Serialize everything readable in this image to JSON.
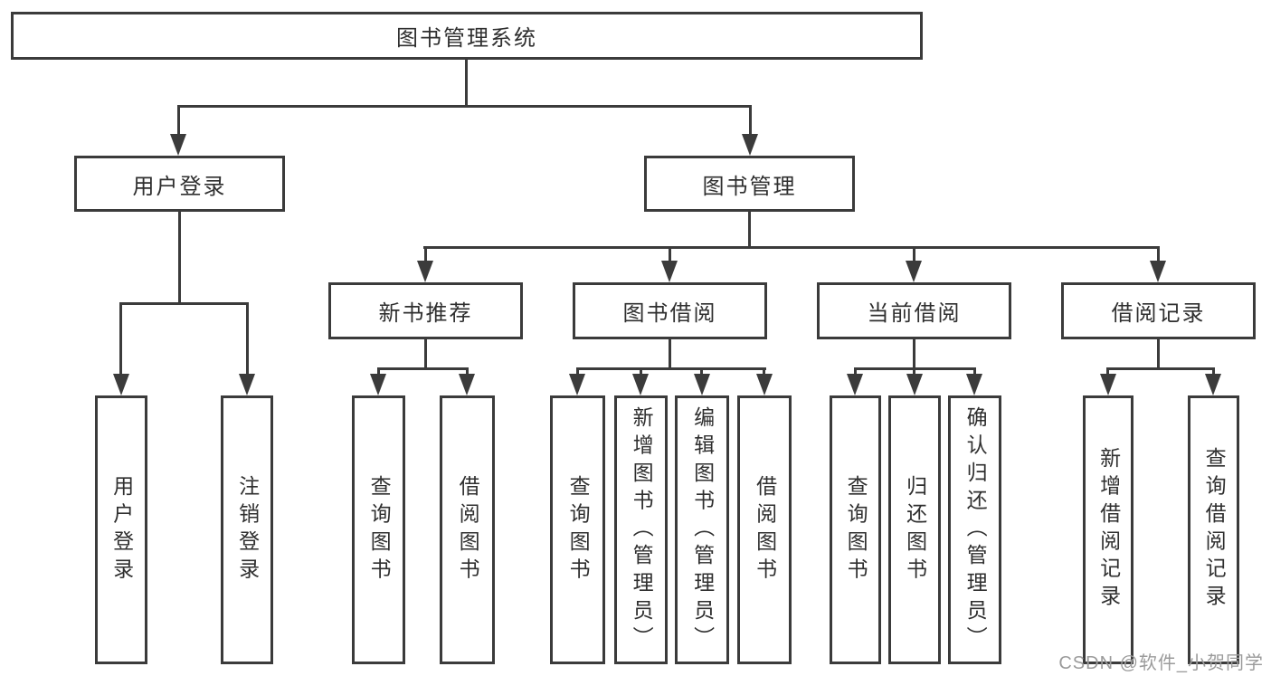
{
  "diagram": {
    "root": {
      "label": "图书管理系统"
    },
    "branches": [
      {
        "label": "用户登录",
        "children": [
          {
            "label": "用户登录"
          },
          {
            "label": "注销登录"
          }
        ]
      },
      {
        "label": "图书管理",
        "children": [
          {
            "label": "新书推荐",
            "children": [
              {
                "label": "查询图书"
              },
              {
                "label": "借阅图书"
              }
            ]
          },
          {
            "label": "图书借阅",
            "children": [
              {
                "label": "查询图书"
              },
              {
                "label": "新增图书（管理员）"
              },
              {
                "label": "编辑图书（管理员）"
              },
              {
                "label": "借阅图书"
              }
            ]
          },
          {
            "label": "当前借阅",
            "children": [
              {
                "label": "查询图书"
              },
              {
                "label": "归还图书"
              },
              {
                "label": "确认归还（管理员）"
              }
            ]
          },
          {
            "label": "借阅记录",
            "children": [
              {
                "label": "新增借阅记录"
              },
              {
                "label": "查询借阅记录"
              }
            ]
          }
        ]
      }
    ]
  },
  "watermark": {
    "text": "CSDN @软件_小贺同学"
  },
  "colors": {
    "line": "#3b3b3b",
    "text": "#2f2f2f",
    "watermark": "#9b9b9b",
    "background": "#ffffff"
  }
}
